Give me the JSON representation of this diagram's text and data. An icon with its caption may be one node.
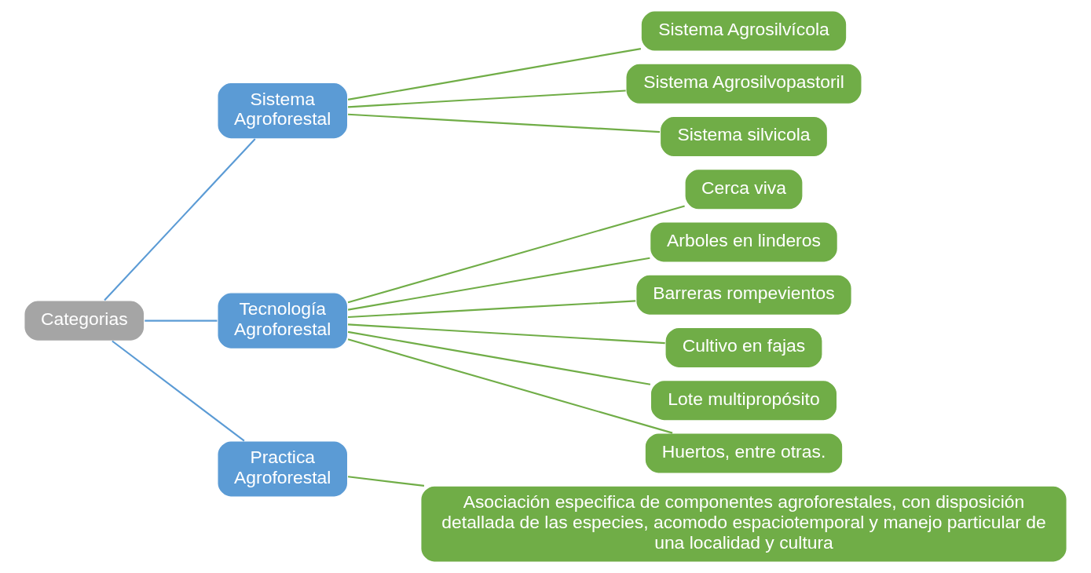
{
  "diagram": {
    "nodes": [
      {
        "text": [
          "Categorias"
        ]
      },
      {
        "text": [
          "Sistema Agroforestal"
        ]
      },
      {
        "text": [
          "Tecnología Agroforestal"
        ]
      },
      {
        "text": [
          "Practica Agroforestal"
        ]
      },
      {
        "text": [
          "Sistema Agrosilvícola"
        ]
      },
      {
        "text": [
          "Sistema Agrosilvopastoril"
        ]
      },
      {
        "text": [
          "Sistema silvicola"
        ]
      },
      {
        "text": [
          "Cerca viva"
        ]
      },
      {
        "text": [
          "Arboles en linderos"
        ]
      },
      {
        "text": [
          "Barreras rompevientos"
        ]
      },
      {
        "text": [
          "Cultivo en fajas"
        ]
      },
      {
        "text": [
          "Lote multipropósito"
        ]
      },
      {
        "text": [
          "Huertos, entre otras."
        ]
      },
      {
        "text": [
          "Asociación especifica de componentes agroforestales, con disposición detallada de las especies, acomodo espaciotemporal y manejo particular de una localidad y cultura"
        ]
      }
    ],
    "edges": [
      {
        "from": 0,
        "to": 1,
        "arrow": "none",
        "color": "#5b9bd5"
      },
      {
        "from": 0,
        "to": 2,
        "arrow": "none",
        "color": "#5b9bd5"
      },
      {
        "from": 0,
        "to": 3,
        "arrow": "none",
        "color": "#5b9bd5"
      },
      {
        "from": 1,
        "to": 4,
        "arrow": "none"
      },
      {
        "from": 1,
        "to": 5,
        "arrow": "none"
      },
      {
        "from": 1,
        "to": 6,
        "arrow": "none"
      },
      {
        "from": 2,
        "to": 7,
        "arrow": "none"
      },
      {
        "from": 2,
        "to": 8,
        "arrow": "none"
      },
      {
        "from": 2,
        "to": 9,
        "arrow": "none"
      },
      {
        "from": 2,
        "to": 10,
        "arrow": "none"
      },
      {
        "from": 2,
        "to": 11,
        "arrow": "none"
      },
      {
        "from": 2,
        "to": 12,
        "arrow": "none"
      },
      {
        "from": 3,
        "to": 13,
        "arrow": "none"
      }
    ]
  }
}
